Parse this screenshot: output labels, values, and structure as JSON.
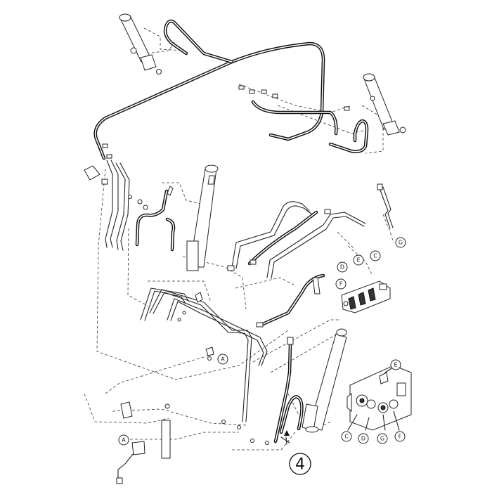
{
  "diagram": {
    "callouts": {
      "main_c": "C",
      "main_d": "D",
      "main_e": "E",
      "main_f": "F",
      "main_g": "G",
      "valve_a_upper": "A",
      "valve_a_lower": "A",
      "inset_c": "C",
      "inset_d": "D",
      "inset_e": "E",
      "inset_f": "F",
      "inset_g": "G"
    },
    "reference_number": "4"
  }
}
